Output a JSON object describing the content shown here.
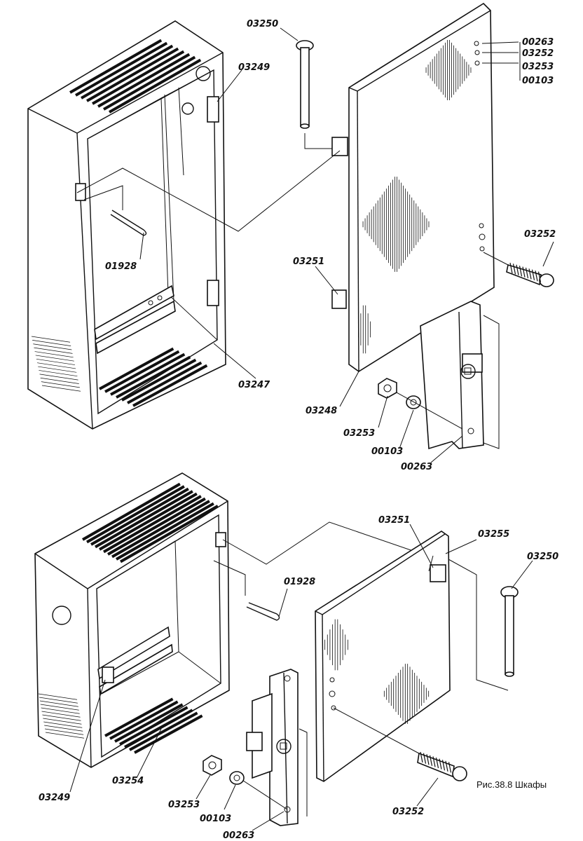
{
  "caption": "Рис.38.8 Шкафы",
  "top_assembly": {
    "labels": {
      "l03250": "03250",
      "l03249": "03249",
      "l00263": "00263",
      "l03252a": "03252",
      "l03253a": "03253",
      "l00103a": "00103",
      "l03252b": "03252",
      "l03251": "03251",
      "l01928": "01928",
      "l03247": "03247",
      "l03248": "03248",
      "l03253b": "03253",
      "l00103b": "00103",
      "l00263b": "00263"
    }
  },
  "bottom_assembly": {
    "labels": {
      "l03251": "03251",
      "l03255": "03255",
      "l03250": "03250",
      "l01928": "01928",
      "l03249": "03249",
      "l03254": "03254",
      "l03253": "03253",
      "l00103": "00103",
      "l00263": "00263",
      "l03252": "03252"
    }
  }
}
